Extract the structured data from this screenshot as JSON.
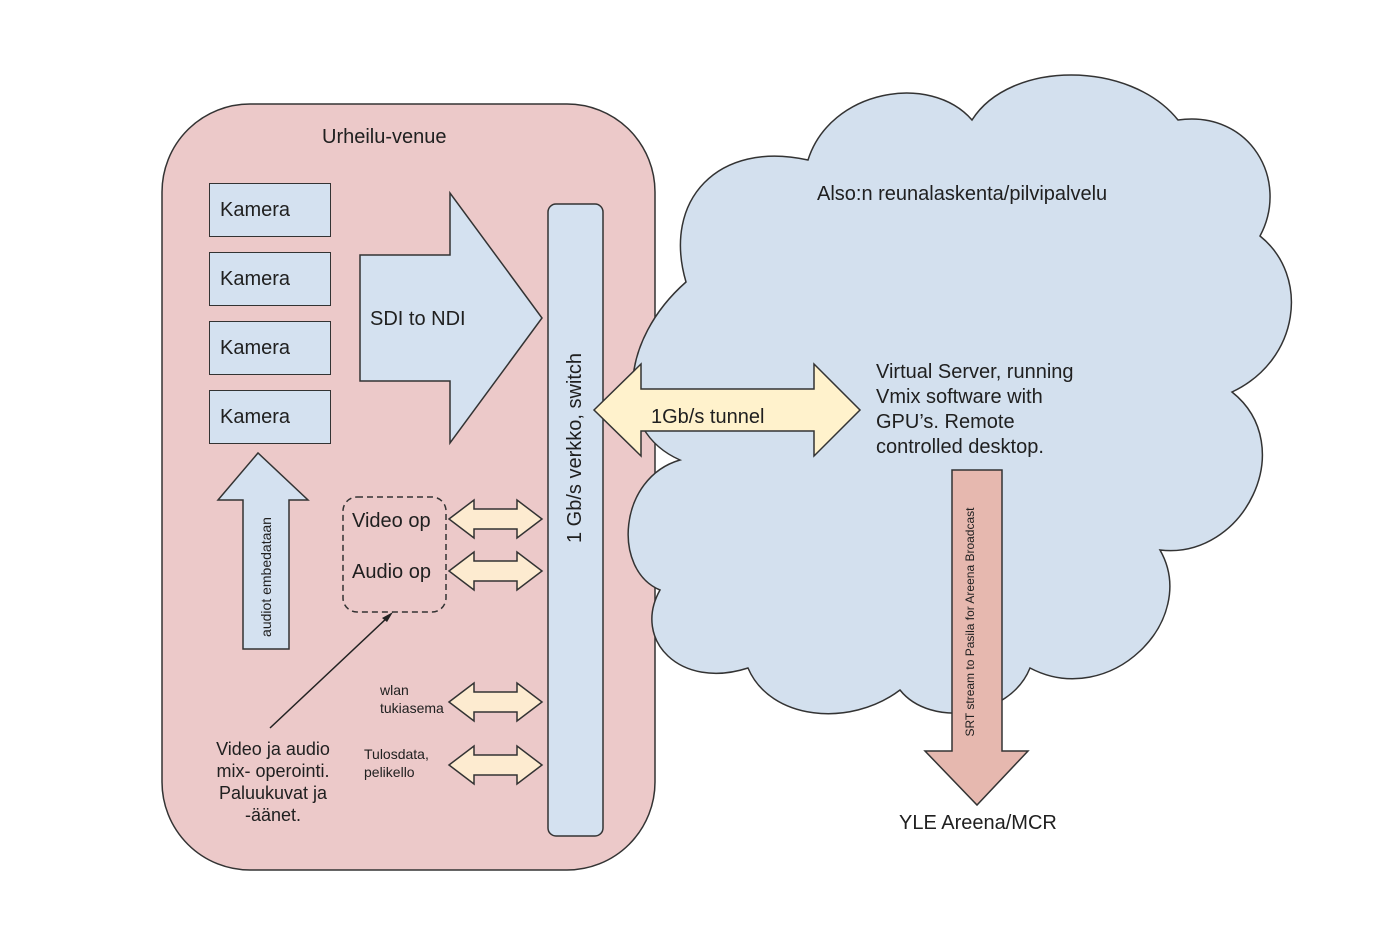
{
  "colors": {
    "venue_fill": "#ecc9c9",
    "cloud_fill": "#d3e0ee",
    "blue_fill": "#d4e1f0",
    "tunnel_fill": "#fff2cc",
    "small_arrow_fill": "#fdebd0",
    "srt_arrow_fill": "#e6b8af",
    "stroke": "#333333"
  },
  "venue": {
    "title": "Urheilu-venue"
  },
  "cameras": [
    "Kamera",
    "Kamera",
    "Kamera",
    "Kamera"
  ],
  "sdi_arrow": {
    "label": "SDI to NDI"
  },
  "switch": {
    "label": "1 Gb/s verkko, switch"
  },
  "audio_arrow": {
    "label": "audiot embedataan"
  },
  "operators": {
    "video": "Video op",
    "audio": "Audio op"
  },
  "wlan": {
    "label_1": "wlan",
    "label_2": "tukiasema"
  },
  "tulos": {
    "label_1": "Tulosdata,",
    "label_2": "pelikello"
  },
  "mix_note": {
    "line_1": "Video ja audio",
    "line_2": "mix- operointi.",
    "line_3": "Paluukuvat ja",
    "line_4": "-äänet."
  },
  "cloud": {
    "title": "Also:n reunalaskenta/pilvipalvelu"
  },
  "tunnel": {
    "label": "1Gb/s tunnel"
  },
  "server": {
    "line_1": "Virtual Server, running",
    "line_2": "Vmix software with",
    "line_3": "GPU’s. Remote",
    "line_4": "controlled desktop."
  },
  "srt_arrow": {
    "label": "SRT stream to Pasila for Areena Broadcast"
  },
  "destination": {
    "label": "YLE Areena/MCR"
  }
}
